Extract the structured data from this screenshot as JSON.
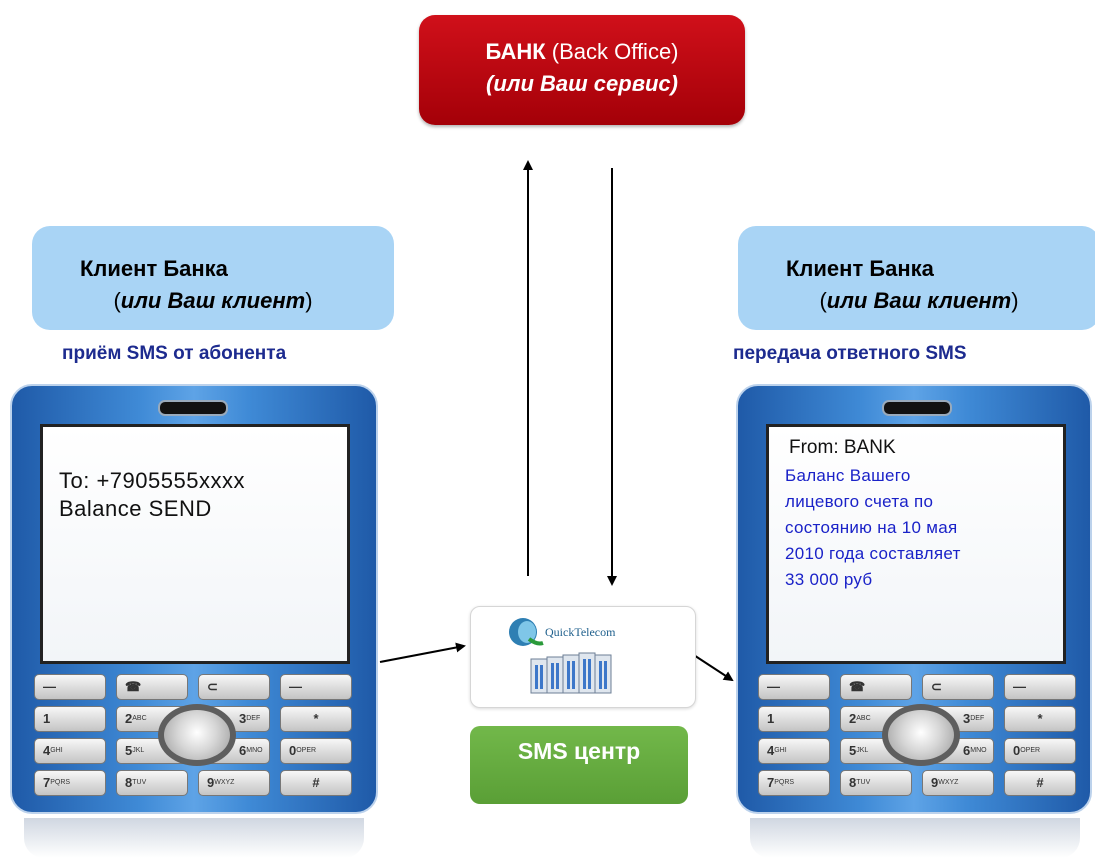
{
  "bank": {
    "title_bold": "БАНК",
    "title_rest": " (Back Office)",
    "subtitle": "(или Ваш сервис)"
  },
  "client_left": {
    "title": "Клиент Банка",
    "paren_open": "(",
    "subtitle": "или Ваш клиент",
    "paren_close": ")"
  },
  "client_right": {
    "title": "Клиент Банка",
    "paren_open": "(",
    "subtitle": "или Ваш клиент",
    "paren_close": ")"
  },
  "caption_left": "приём SMS от абонента",
  "caption_right": "передача ответного SMS",
  "phone_left_sms": {
    "line1": "To: +7905555xxxx",
    "line2": "Balance SEND"
  },
  "phone_right_sms": {
    "from": "From: BANK",
    "body": [
      "Баланс Вашего",
      "лицевого счета по",
      "состоянию  на 10 мая",
      "2010 года  составляет",
      "33 000 руб"
    ]
  },
  "sms_center": {
    "logo_text": "QuickTelecom",
    "label": "SMS центр"
  },
  "keypad": {
    "row1": [
      "—",
      "☎",
      "⊂",
      "—"
    ],
    "row2": [
      [
        "1",
        ""
      ],
      [
        "2",
        "ABC"
      ],
      [
        "3",
        "DEF"
      ],
      [
        "*",
        ""
      ]
    ],
    "row3": [
      [
        "4",
        "GHI"
      ],
      [
        "5",
        "JKL"
      ],
      [
        "6",
        "MNO"
      ],
      [
        "0",
        "OPER"
      ]
    ],
    "row4": [
      [
        "7",
        "PQRS"
      ],
      [
        "8",
        "TUV"
      ],
      [
        "9",
        "WXYZ"
      ],
      [
        "#",
        ""
      ]
    ]
  },
  "colors": {
    "bank_red": "#b8000c",
    "client_blue": "#a9d4f5",
    "caption_navy": "#1d2b8f",
    "sms_green": "#66ab3f",
    "response_text": "#1a22c8"
  }
}
